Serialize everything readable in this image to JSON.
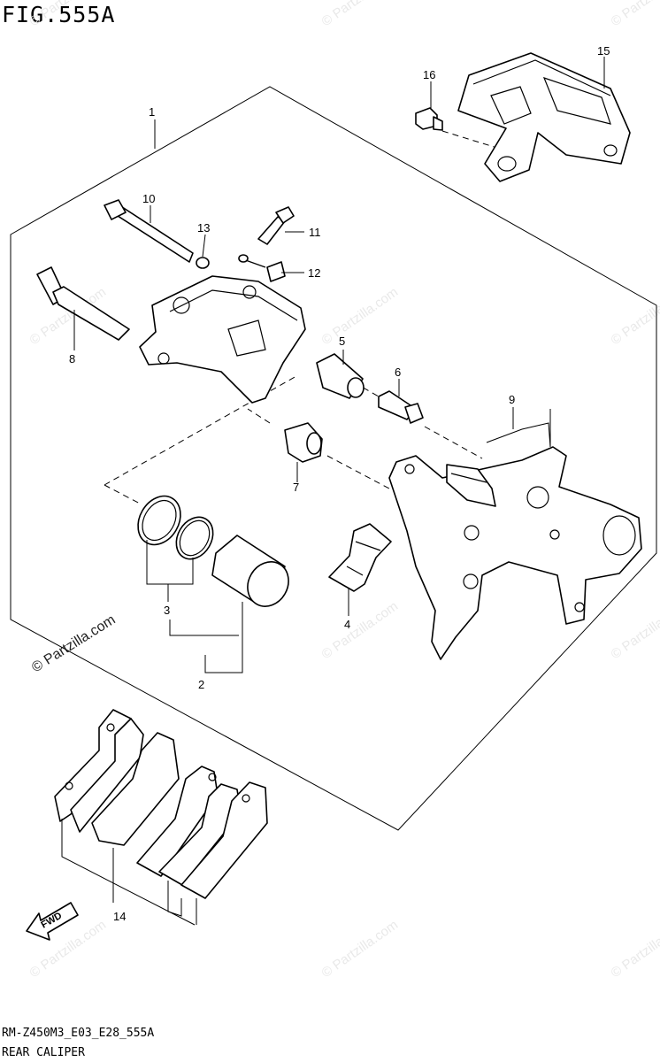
{
  "figure": {
    "title": "FIG.555A",
    "code": "RM-Z450M3_E03_E28_555A",
    "name": "REAR CALIPER"
  },
  "watermarks": {
    "small": "© Partzilla.com",
    "large": "© Partzilla.com"
  },
  "fwd_label": "FWD",
  "callouts": {
    "c1": "1",
    "c2": "2",
    "c3": "3",
    "c4": "4",
    "c5": "5",
    "c6": "6",
    "c7": "7",
    "c8": "8",
    "c9": "9",
    "c10": "10",
    "c11": "11",
    "c12": "12",
    "c13": "13",
    "c14": "14",
    "c15": "15",
    "c16": "16"
  },
  "colors": {
    "line": "#000000",
    "watermark": "#e9e9e9",
    "background": "#ffffff"
  }
}
